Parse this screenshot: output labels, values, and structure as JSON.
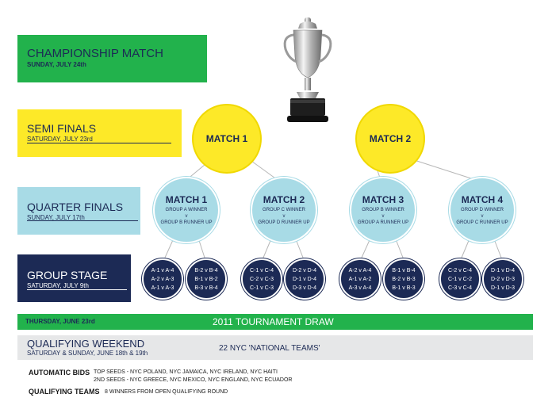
{
  "stages": {
    "championship": {
      "title": "CHAMPIONSHIP MATCH",
      "date": "SUNDAY, JULY 24th"
    },
    "semi": {
      "title": "SEMI FINALS",
      "date": "SATURDAY, JULY 23rd"
    },
    "quarter": {
      "title": "QUARTER FINALS",
      "date": "SUNDAY, JULY 17th"
    },
    "group": {
      "title": "GROUP STAGE",
      "date": "SATURDAY, JULY 9th"
    }
  },
  "semi_matches": [
    {
      "label": "MATCH 1"
    },
    {
      "label": "MATCH 2"
    }
  ],
  "quarter_matches": [
    {
      "label": "MATCH 1",
      "line1": "GROUP A WINNER",
      "vs": "v",
      "line2": "GROUP B RUNNER UP"
    },
    {
      "label": "MATCH 2",
      "line1": "GROUP C WINNER",
      "vs": "v",
      "line2": "GROUP D RUNNER UP"
    },
    {
      "label": "MATCH 3",
      "line1": "GROUP B WINNER",
      "vs": "v",
      "line2": "GROUP A RUNNER UP"
    },
    {
      "label": "MATCH 4",
      "line1": "GROUP D WINNER",
      "vs": "v",
      "line2": "GROUP C RUNNER UP"
    }
  ],
  "group_circles": [
    [
      "A-1 v A-4",
      "A-2 v A-3",
      "A-1 v A-3"
    ],
    [
      "B-2 v B-4",
      "B-1 v B-2",
      "B-3 v B-4"
    ],
    [
      "C-1 v C-4",
      "C-2 v C-3",
      "C-1 v C-3"
    ],
    [
      "D-2 v D-4",
      "D-1 v D-4",
      "D-3 v D-4"
    ],
    [
      "A-2 v A-4",
      "A-1 v A-2",
      "A-3 v A-4"
    ],
    [
      "B-1 v B-4",
      "B-2 v B-3",
      "B-1 v B-3"
    ],
    [
      "C-2 v C-4",
      "C-1 v C-2",
      "C-3 v C-4"
    ],
    [
      "D-1 v D-4",
      "D-2 v D-3",
      "D-1 v D-3"
    ]
  ],
  "draw": {
    "date": "THURSDAY, JUNE 23rd",
    "title": "2011 TOURNAMENT DRAW"
  },
  "qualifying": {
    "title": "QUALIFYING WEEKEND",
    "date": "SATURDAY & SUNDAY, JUNE 18th & 19th",
    "teams": "22 NYC 'NATIONAL TEAMS'"
  },
  "automatic_bids": {
    "label": "AUTOMATIC BIDS",
    "line1": "TOP SEEDS - NYC POLAND, NYC JAMAICA, NYC IRELAND, NYC HAITI",
    "line2": "2ND SEEDS - NYC GREECE, NYC MEXICO, NYC ENGLAND, NYC ECUADOR"
  },
  "qualifying_teams": {
    "label": "QUALIFYING TEAMS",
    "text": "8 WINNERS FROM OPEN QUALIFYING ROUND"
  },
  "colors": {
    "green": "#22b24c",
    "yellow": "#fde928",
    "light_blue": "#a8dbe6",
    "navy": "#1c2a55",
    "grey": "#e6e7e8"
  },
  "icons": {
    "trophy": "trophy-icon"
  }
}
